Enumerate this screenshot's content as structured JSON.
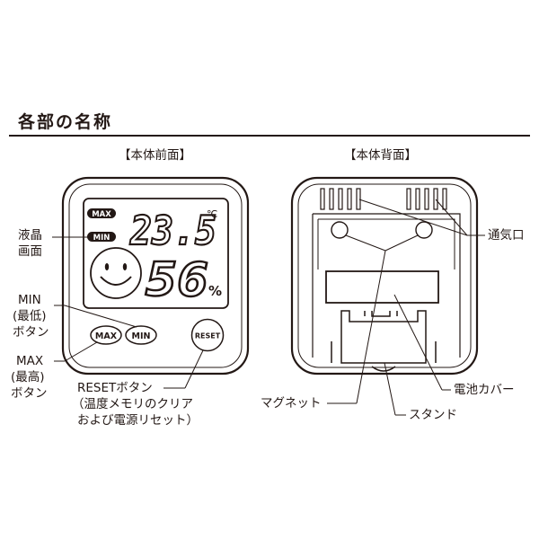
{
  "title": "各部の名称",
  "front": {
    "heading": "【本体前面】",
    "lcd": {
      "max_tag": "MAX",
      "min_tag": "MIN",
      "temperature": "23.5",
      "temp_unit": "℃",
      "humidity": "56",
      "hum_unit": "%"
    },
    "buttons": {
      "max": "MAX",
      "min": "MIN",
      "reset": "RESET"
    },
    "labels": {
      "lcd_line1": "液晶",
      "lcd_line2": "画面",
      "min_line1": "MIN",
      "min_line2": "(最低)",
      "min_line3": "ボタン",
      "max_line1": "MAX",
      "max_line2": "(最高)",
      "max_line3": "ボタン",
      "reset_line1": "RESETボタン",
      "reset_line2": "（温度メモリのクリア",
      "reset_line3": "および電源リセット）"
    }
  },
  "back": {
    "heading": "【本体背面】",
    "labels": {
      "vent": "通気口",
      "battery_cover": "電池カバー",
      "magnet": "マグネット",
      "stand": "スタンド"
    }
  },
  "colors": {
    "ink": "#231815",
    "background": "#ffffff"
  }
}
